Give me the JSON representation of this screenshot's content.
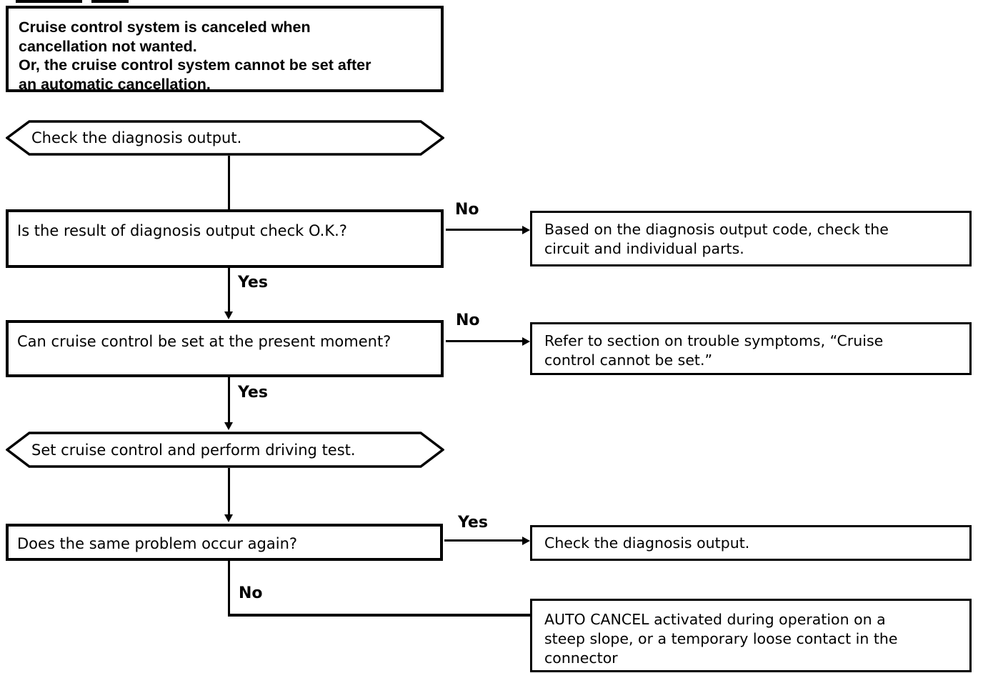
{
  "page": {
    "background": "#ffffff",
    "ink": "#000000"
  },
  "flow": {
    "problem_box": "Cruise control system is canceled when\ncancellation not wanted.\nOr, the cruise control system cannot be set after\nan automatic cancellation.",
    "hex_check_diagnosis": "Check the diagnosis output.",
    "q1": "Is the result of diagnosis output check O.K.?",
    "q1_no_label": "No",
    "q1_no_action": "Based on the diagnosis output code, check the\ncircuit and individual parts.",
    "q1_yes_label": "Yes",
    "q2": "Can cruise control be set at the present moment?",
    "q2_no_label": "No",
    "q2_no_action": "Refer to section on trouble symptoms, “Cruise\ncontrol cannot be set.”",
    "q2_yes_label": "Yes",
    "hex_driving_test": "Set cruise control and perform driving test.",
    "q3": "Does the same problem occur again?",
    "q3_yes_label": "Yes",
    "q3_yes_action": "Check the diagnosis output.",
    "q3_no_label": "No",
    "q3_no_action": "AUTO CANCEL activated during operation on a\nsteep slope, or a temporary loose contact in the\nconnector"
  }
}
